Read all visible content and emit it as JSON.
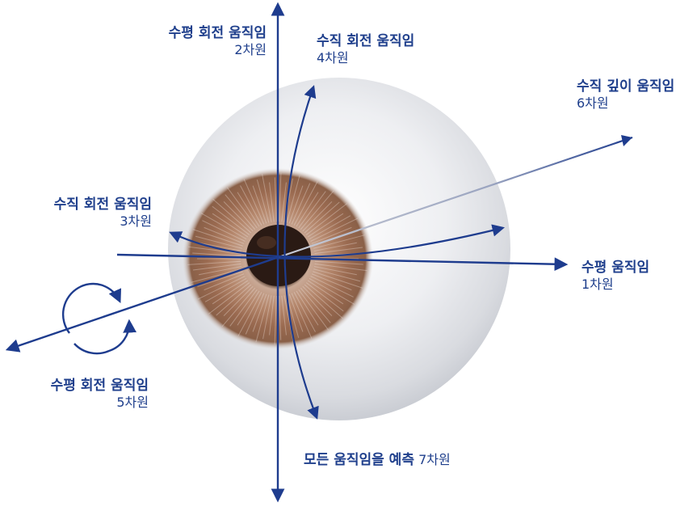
{
  "colors": {
    "axis": "#1e3c8e",
    "label": "#1f3f8c",
    "iris_outer": "#8a6048",
    "iris_mid": "#b98d73",
    "pupil": "#2a1a14",
    "sclera": "#e9eaee"
  },
  "labels": [
    {
      "id": "dim1",
      "title": "수평 움직임",
      "sub": "1차원"
    },
    {
      "id": "dim2",
      "title": "수평 회전 움직임",
      "sub": "2차원"
    },
    {
      "id": "dim3",
      "title": "수직 회전 움직임",
      "sub": "3차원"
    },
    {
      "id": "dim4",
      "title": "수직 회전 움직임",
      "sub": "4차원"
    },
    {
      "id": "dim5",
      "title": "수평 회전 움직임",
      "sub": "5차원"
    },
    {
      "id": "dim6",
      "title": "수직 깊이 움직임",
      "sub": "6차원"
    },
    {
      "id": "dim7",
      "title": "모든 움직임을 예측",
      "sub": "7차원"
    }
  ]
}
